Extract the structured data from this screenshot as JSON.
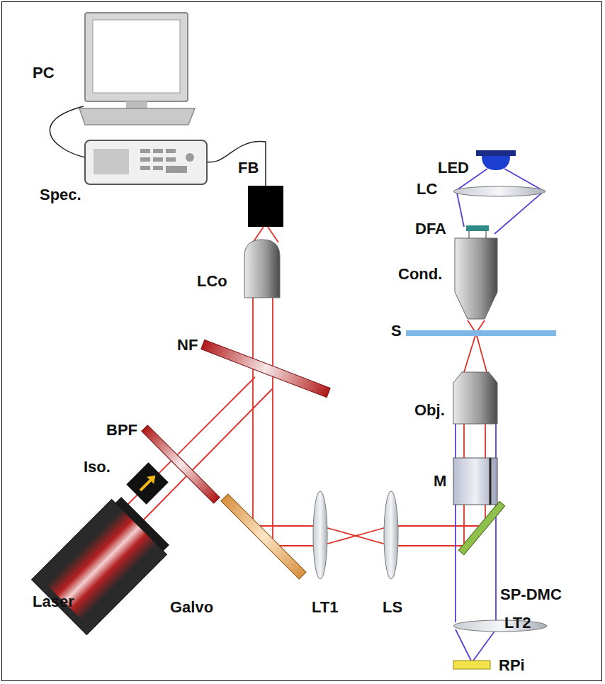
{
  "diagram": {
    "labels": [
      "PC",
      "Spec.",
      "FB",
      "LCo",
      "NF",
      "BPF",
      "Iso.",
      "Laser",
      "Galvo",
      "LT1",
      "LS",
      "SP-DMC",
      "LT2",
      "RPi",
      "M",
      "Obj.",
      "S",
      "Cond.",
      "DFA",
      "LC",
      "LED"
    ]
  }
}
